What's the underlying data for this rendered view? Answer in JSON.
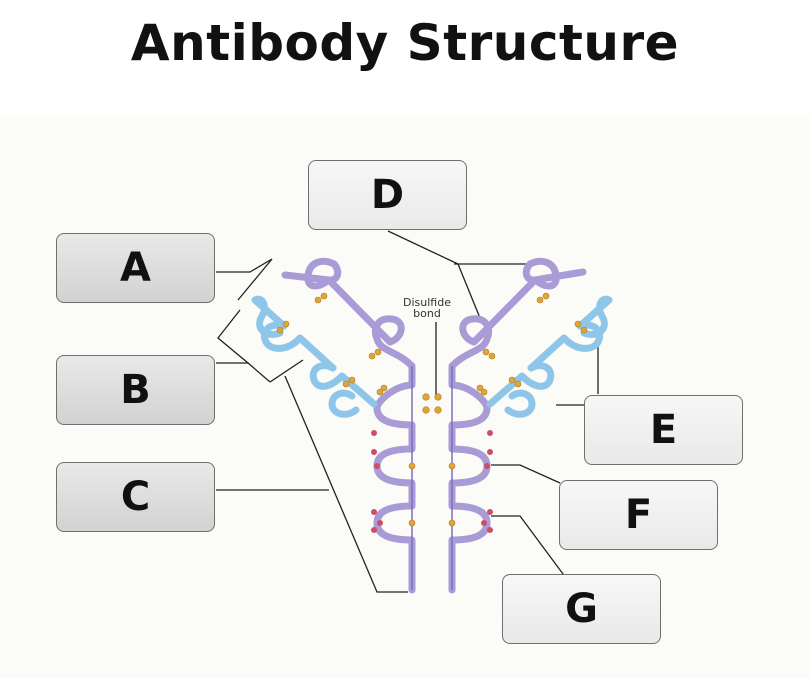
{
  "title": "Antibody Structure",
  "labels": {
    "a": "A",
    "b": "B",
    "c": "C",
    "d": "D",
    "e": "E",
    "f": "F",
    "g": "G"
  },
  "annotation": {
    "line1": "Disulfide",
    "line2": "bond"
  },
  "colors": {
    "heavy_chain": "#a99bd6",
    "light_chain": "#8ec6ea",
    "bond": "#e0a537",
    "carbohydrate": "#cc4d6a"
  }
}
